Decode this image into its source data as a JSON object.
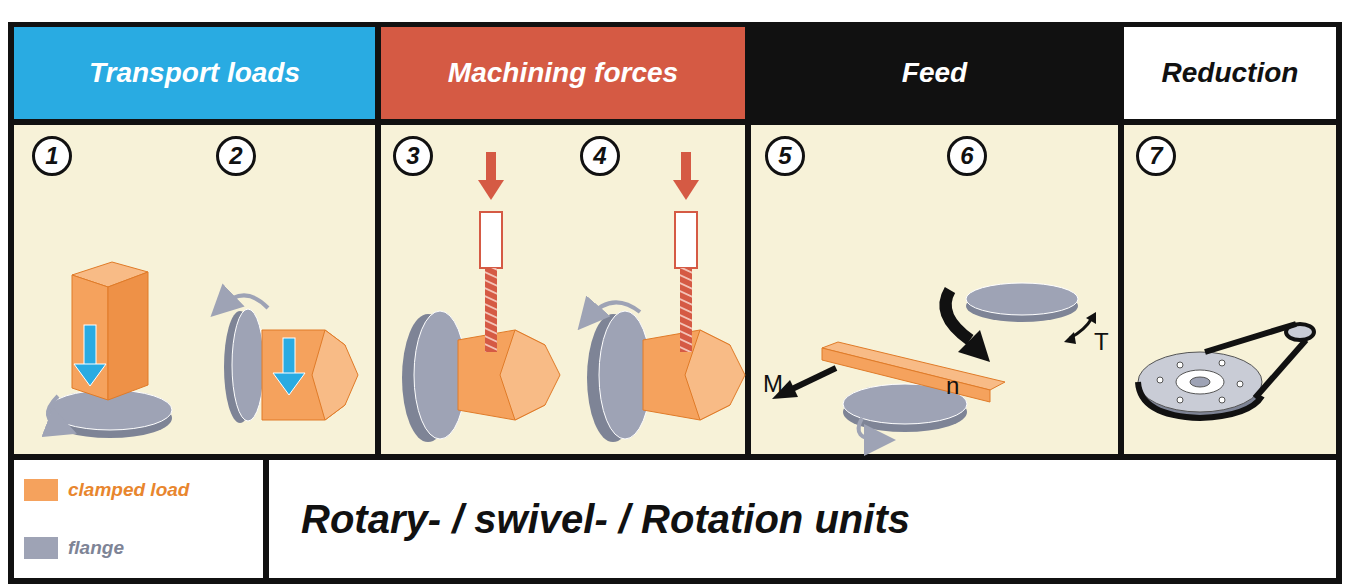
{
  "diagram": {
    "title": "Rotary- / swivel- / Rotation units",
    "nodes": [
      {
        "text": [
          "Transport loads"
        ]
      },
      {
        "text": [
          "Machining forces"
        ]
      },
      {
        "text": [
          "Feed"
        ]
      },
      {
        "text": [
          "Reduction"
        ]
      }
    ],
    "labels": [
      "1",
      "2",
      "3",
      "4",
      "5",
      "6",
      "7",
      "M",
      "n",
      "T"
    ],
    "legend": [
      {
        "text": "clamped load",
        "color": "#f5a25d"
      },
      {
        "text": "flange",
        "color": "#9ea3b5"
      }
    ]
  }
}
